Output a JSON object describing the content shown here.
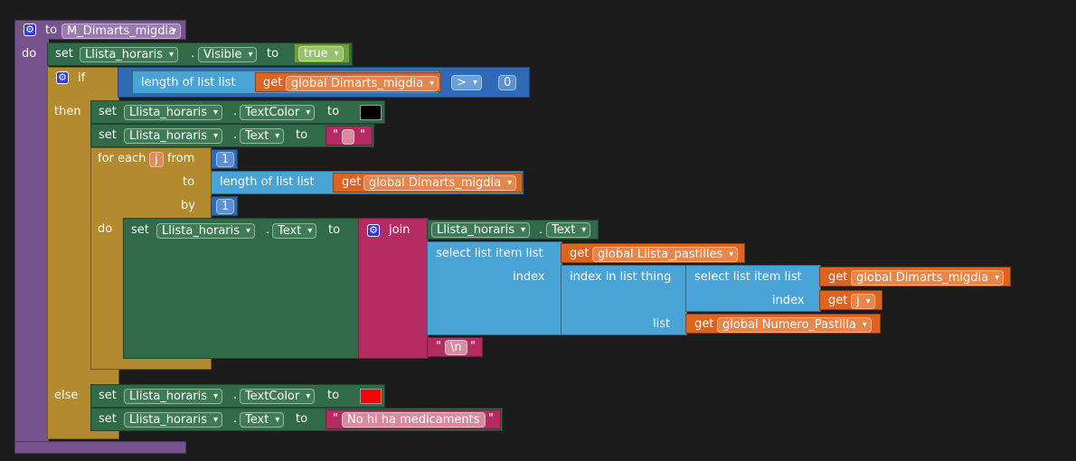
{
  "procedure": {
    "keyword": "to",
    "name": "M_Dimarts_migdia",
    "do": "do"
  },
  "kw": {
    "set": "set",
    "to": "to",
    "dot": ".",
    "if": "if",
    "then": "then",
    "else": "else",
    "do": "do",
    "for_each": "for each",
    "from": "from",
    "by": "by",
    "join": "join",
    "length_of_list": "length of list  list",
    "get": "get",
    "select_list_item": "select list item  list",
    "index": "index",
    "index_in_list": "index in list  thing",
    "list": "list",
    "quote": "\""
  },
  "component": "Llista_horaris",
  "props": {
    "visible": "Visible",
    "textcolor": "TextColor",
    "text": "Text"
  },
  "values": {
    "true": "true",
    "global_dimarts": "global Dimarts_migdia",
    "global_pastilles": "global Llista_pastilles",
    "global_numero": "global Numero_Pastilla",
    "gt": ">",
    "zero": "0",
    "one": "1",
    "var_j": "j",
    "newline": "\\n",
    "no_meds": "No hi ha medicaments"
  },
  "colors": {
    "procedure": "#76538c",
    "control": "#b38a2d",
    "component": "#306a47",
    "math": "#2f6bb4",
    "list": "#4aa3d6",
    "text": "#b42b62",
    "variable": "#dd6323",
    "logic": "#6ea13a",
    "swatch_black": "#000000",
    "swatch_red": "#ff0000"
  }
}
